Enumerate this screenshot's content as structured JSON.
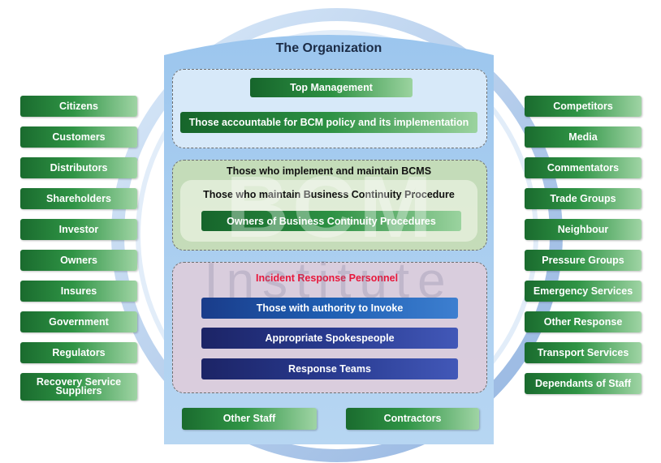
{
  "title": "The Organization",
  "watermark": {
    "line1": "BCM",
    "line2": "Institute"
  },
  "top_zone": {
    "top_management": "Top Management",
    "accountable": "Those accountable for BCM policy and its implementation"
  },
  "middle_zone": {
    "implement": "Those who implement and maintain BCMS",
    "maintain": "Those who maintain Business Continuity Procedure",
    "owners": "Owners of Business Continuity Procedures"
  },
  "incident_zone": {
    "title": "Incident Response Personnel",
    "authority": "Those with authority to Invoke",
    "spokespeople": "Appropriate Spokespeople",
    "teams": "Response Teams"
  },
  "bottom": {
    "other_staff": "Other Staff",
    "contractors": "Contractors"
  },
  "left_stakeholders": [
    "Citizens",
    "Customers",
    "Distributors",
    "Shareholders",
    "Investor",
    "Owners",
    "Insures",
    "Government",
    "Regulators",
    "Recovery Service Suppliers"
  ],
  "right_stakeholders": [
    "Competitors",
    "Media",
    "Commentators",
    "Trade Groups",
    "Neighbour",
    "Pressure Groups",
    "Emergency Services",
    "Other Response",
    "Transport Services",
    "Dependants of Staff"
  ],
  "colors": {
    "accent_red": "#e8173b",
    "house": "#a9cdef"
  }
}
